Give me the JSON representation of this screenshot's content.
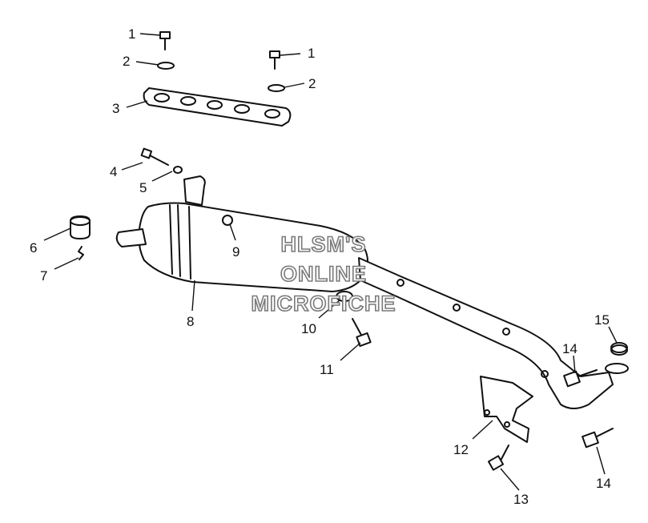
{
  "watermark": {
    "line1": "HLSM'S",
    "line2": "ONLINE",
    "line3": "MICROFICHE"
  },
  "callouts": [
    {
      "id": "c1a",
      "text": "1"
    },
    {
      "id": "c1b",
      "text": "1"
    },
    {
      "id": "c2a",
      "text": "2"
    },
    {
      "id": "c2b",
      "text": "2"
    },
    {
      "id": "c3",
      "text": "3"
    },
    {
      "id": "c4",
      "text": "4"
    },
    {
      "id": "c5",
      "text": "5"
    },
    {
      "id": "c6",
      "text": "6"
    },
    {
      "id": "c7",
      "text": "7"
    },
    {
      "id": "c8",
      "text": "8"
    },
    {
      "id": "c9",
      "text": "9"
    },
    {
      "id": "c10",
      "text": "10"
    },
    {
      "id": "c11",
      "text": "11"
    },
    {
      "id": "c12",
      "text": "12"
    },
    {
      "id": "c13",
      "text": "13"
    },
    {
      "id": "c14a",
      "text": "14"
    },
    {
      "id": "c14b",
      "text": "14"
    },
    {
      "id": "c15",
      "text": "15"
    }
  ]
}
